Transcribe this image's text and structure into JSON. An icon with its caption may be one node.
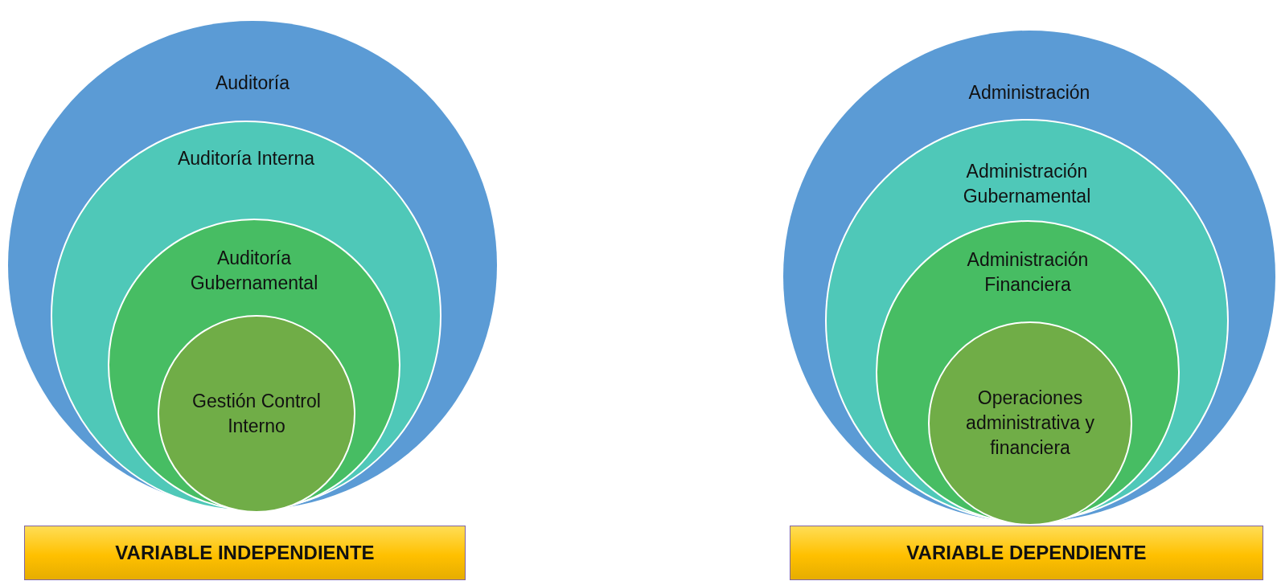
{
  "diagram": {
    "nodes": [
      {
        "text": [
          "Auditoría"
        ]
      },
      {
        "text": [
          "Auditoría Interna"
        ],
        "in": 0
      },
      {
        "text": [
          "Auditoría Gubernamental"
        ],
        "in": 1
      },
      {
        "text": [
          "Gestión Control Interno"
        ],
        "in": 2
      },
      {
        "text": [
          "VARIABLE INDEPENDIENTE"
        ]
      },
      {
        "text": [
          "Administración"
        ]
      },
      {
        "text": [
          "Administración Gubernamental"
        ],
        "in": 5
      },
      {
        "text": [
          "Administración Financiera"
        ],
        "in": 6
      },
      {
        "text": [
          "Operaciones administrativa y financiera"
        ],
        "in": 7
      },
      {
        "text": [
          "VARIABLE DEPENDIENTE"
        ]
      }
    ]
  }
}
